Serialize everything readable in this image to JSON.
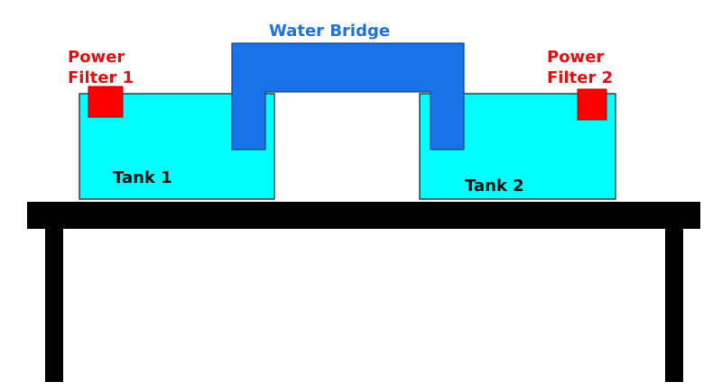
{
  "labels": {
    "bridge": "Water Bridge",
    "filter1_line1": "Power",
    "filter1_line2": "Filter 1",
    "filter2_line1": "Power",
    "filter2_line2": "Filter 2",
    "tank1": "Tank 1",
    "tank2": "Tank 2"
  },
  "colors": {
    "background": "#ffffff",
    "water": "#00ffff",
    "bridge": "#1a72e8",
    "filter": "#ff0000",
    "filter_text": "#e01010",
    "bridge_text": "#1a72e8",
    "table": "#000000",
    "text": "#111111"
  }
}
